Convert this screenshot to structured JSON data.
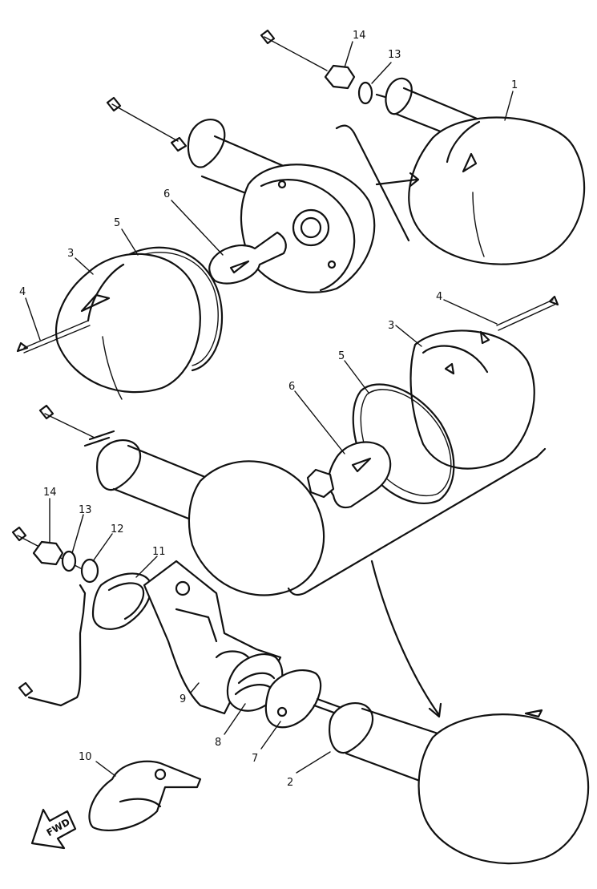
{
  "callouts": {
    "c1": "1",
    "c2": "2",
    "c3a": "3",
    "c3b": "3",
    "c4a": "4",
    "c4b": "4",
    "c5a": "5",
    "c5b": "5",
    "c6a": "6",
    "c6b": "6",
    "c7": "7",
    "c8": "8",
    "c9": "9",
    "c10": "10",
    "c11": "11",
    "c12": "12",
    "c13a": "13",
    "c13b": "13",
    "c14a": "14",
    "c14b": "14"
  },
  "fwd_label": "FWD"
}
